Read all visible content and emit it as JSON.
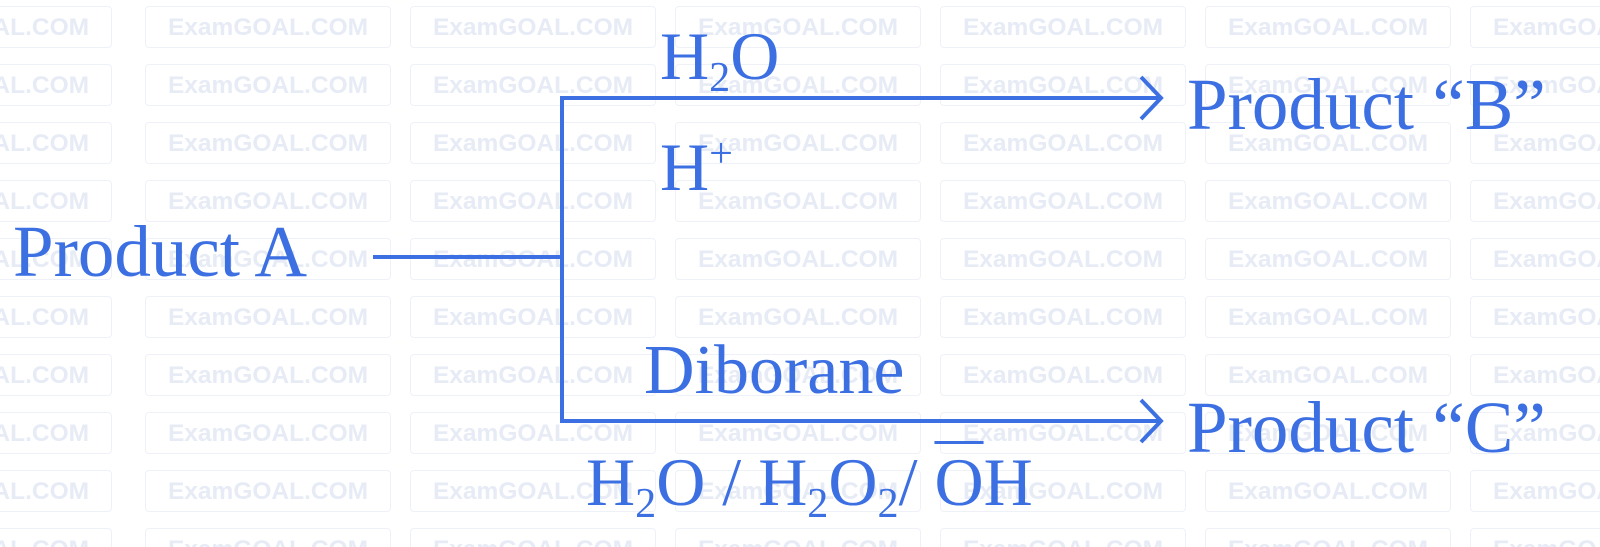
{
  "watermark": {
    "text": "ExamGOAL.COM"
  },
  "colors": {
    "accent": "#3b6fe2",
    "watermark": "#e6ebf5"
  },
  "diagram": {
    "start": {
      "label": "Product A"
    },
    "upper_branch": {
      "reagent_top": {
        "base": "H",
        "sub": "2",
        "tail": "O"
      },
      "reagent_bottom": {
        "base": "H",
        "sup": "+"
      },
      "product": "Product “B”"
    },
    "lower_branch": {
      "reagent_top": "Diborane",
      "reagent_bottom": {
        "p1": "H",
        "s1": "2",
        "p2": "O / H",
        "s2": "2",
        "p3": "O",
        "s3": "2",
        "p4": "/ ",
        "over": "O",
        "p5": "H"
      },
      "product": "Product “C”"
    }
  }
}
